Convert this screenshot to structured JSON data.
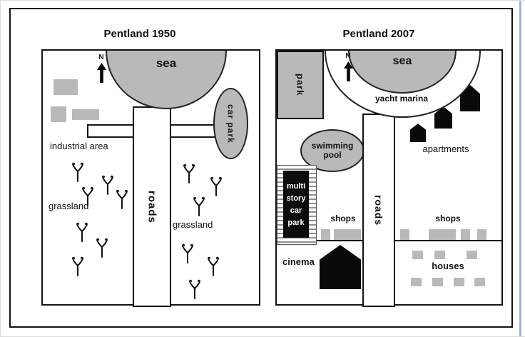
{
  "map1950": {
    "title": "Pentland 1950",
    "north": "N",
    "sea_label": "sea",
    "roads_label": "roads",
    "car_park_label": "car park",
    "industrial_area_label": "industrial area",
    "grassland_left_label": "grassland",
    "grassland_right_label": "grassland"
  },
  "map2007": {
    "title": "Pentland 2007",
    "north": "N",
    "park_label": "park",
    "sea_label": "sea",
    "yacht_marina_label": "yacht marina",
    "roads_label": "roads",
    "swimming_pool_label": "swimming pool",
    "multi_story_lines": [
      "multi",
      "story",
      "car",
      "park"
    ],
    "apartments_label": "apartments",
    "shops_left_label": "shops",
    "shops_right_label": "shops",
    "cinema_label": "cinema",
    "houses_label": "houses"
  },
  "colors": {
    "feature_gray": "#b9b9b9",
    "outline_black": "#141414",
    "window_edge_blue": "#9cb8d8"
  },
  "icons": {
    "north_arrow": "north-arrow-icon",
    "grass": "grass-plant-icon",
    "apartment": "apartment-building-icon",
    "cinema": "cinema-building-icon"
  }
}
